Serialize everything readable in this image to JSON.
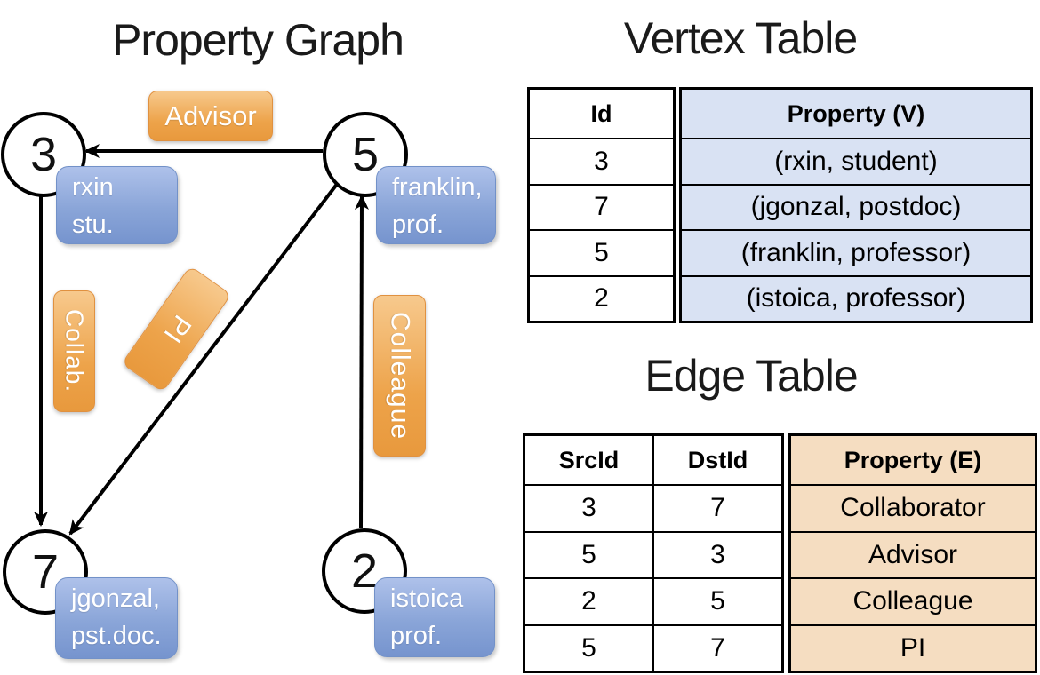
{
  "graph": {
    "title": "Property Graph",
    "nodes": [
      {
        "id": "3",
        "prop_line1": "rxin",
        "prop_line2": "stu."
      },
      {
        "id": "5",
        "prop_line1": "franklin,",
        "prop_line2": "prof."
      },
      {
        "id": "7",
        "prop_line1": "jgonzal,",
        "prop_line2": "pst.doc."
      },
      {
        "id": "2",
        "prop_line1": "istoica",
        "prop_line2": "prof."
      }
    ],
    "edge_labels": {
      "advisor": "Advisor",
      "collab": "Collab.",
      "pi": "PI",
      "colleague": "Colleague"
    }
  },
  "vertex_table": {
    "title": "Vertex Table",
    "id_header": "Id",
    "property_header": "Property (V)",
    "rows": [
      {
        "id": "3",
        "property": "(rxin, student)"
      },
      {
        "id": "7",
        "property": "(jgonzal, postdoc)"
      },
      {
        "id": "5",
        "property": "(franklin, professor)"
      },
      {
        "id": "2",
        "property": "(istoica, professor)"
      }
    ]
  },
  "edge_table": {
    "title": "Edge Table",
    "src_header": "SrcId",
    "dst_header": "DstId",
    "property_header": "Property (E)",
    "rows": [
      {
        "src": "3",
        "dst": "7",
        "property": "Collaborator"
      },
      {
        "src": "5",
        "dst": "3",
        "property": "Advisor"
      },
      {
        "src": "2",
        "dst": "5",
        "property": "Colleague"
      },
      {
        "src": "5",
        "dst": "7",
        "property": "PI"
      }
    ]
  },
  "colors": {
    "edge_label_orange": "#EDA34A",
    "vertex_box_blue": "#8AA5D8",
    "vertex_table_fill": "#D9E2F3",
    "edge_table_fill": "#F5DDC1",
    "line_black": "#000000"
  }
}
